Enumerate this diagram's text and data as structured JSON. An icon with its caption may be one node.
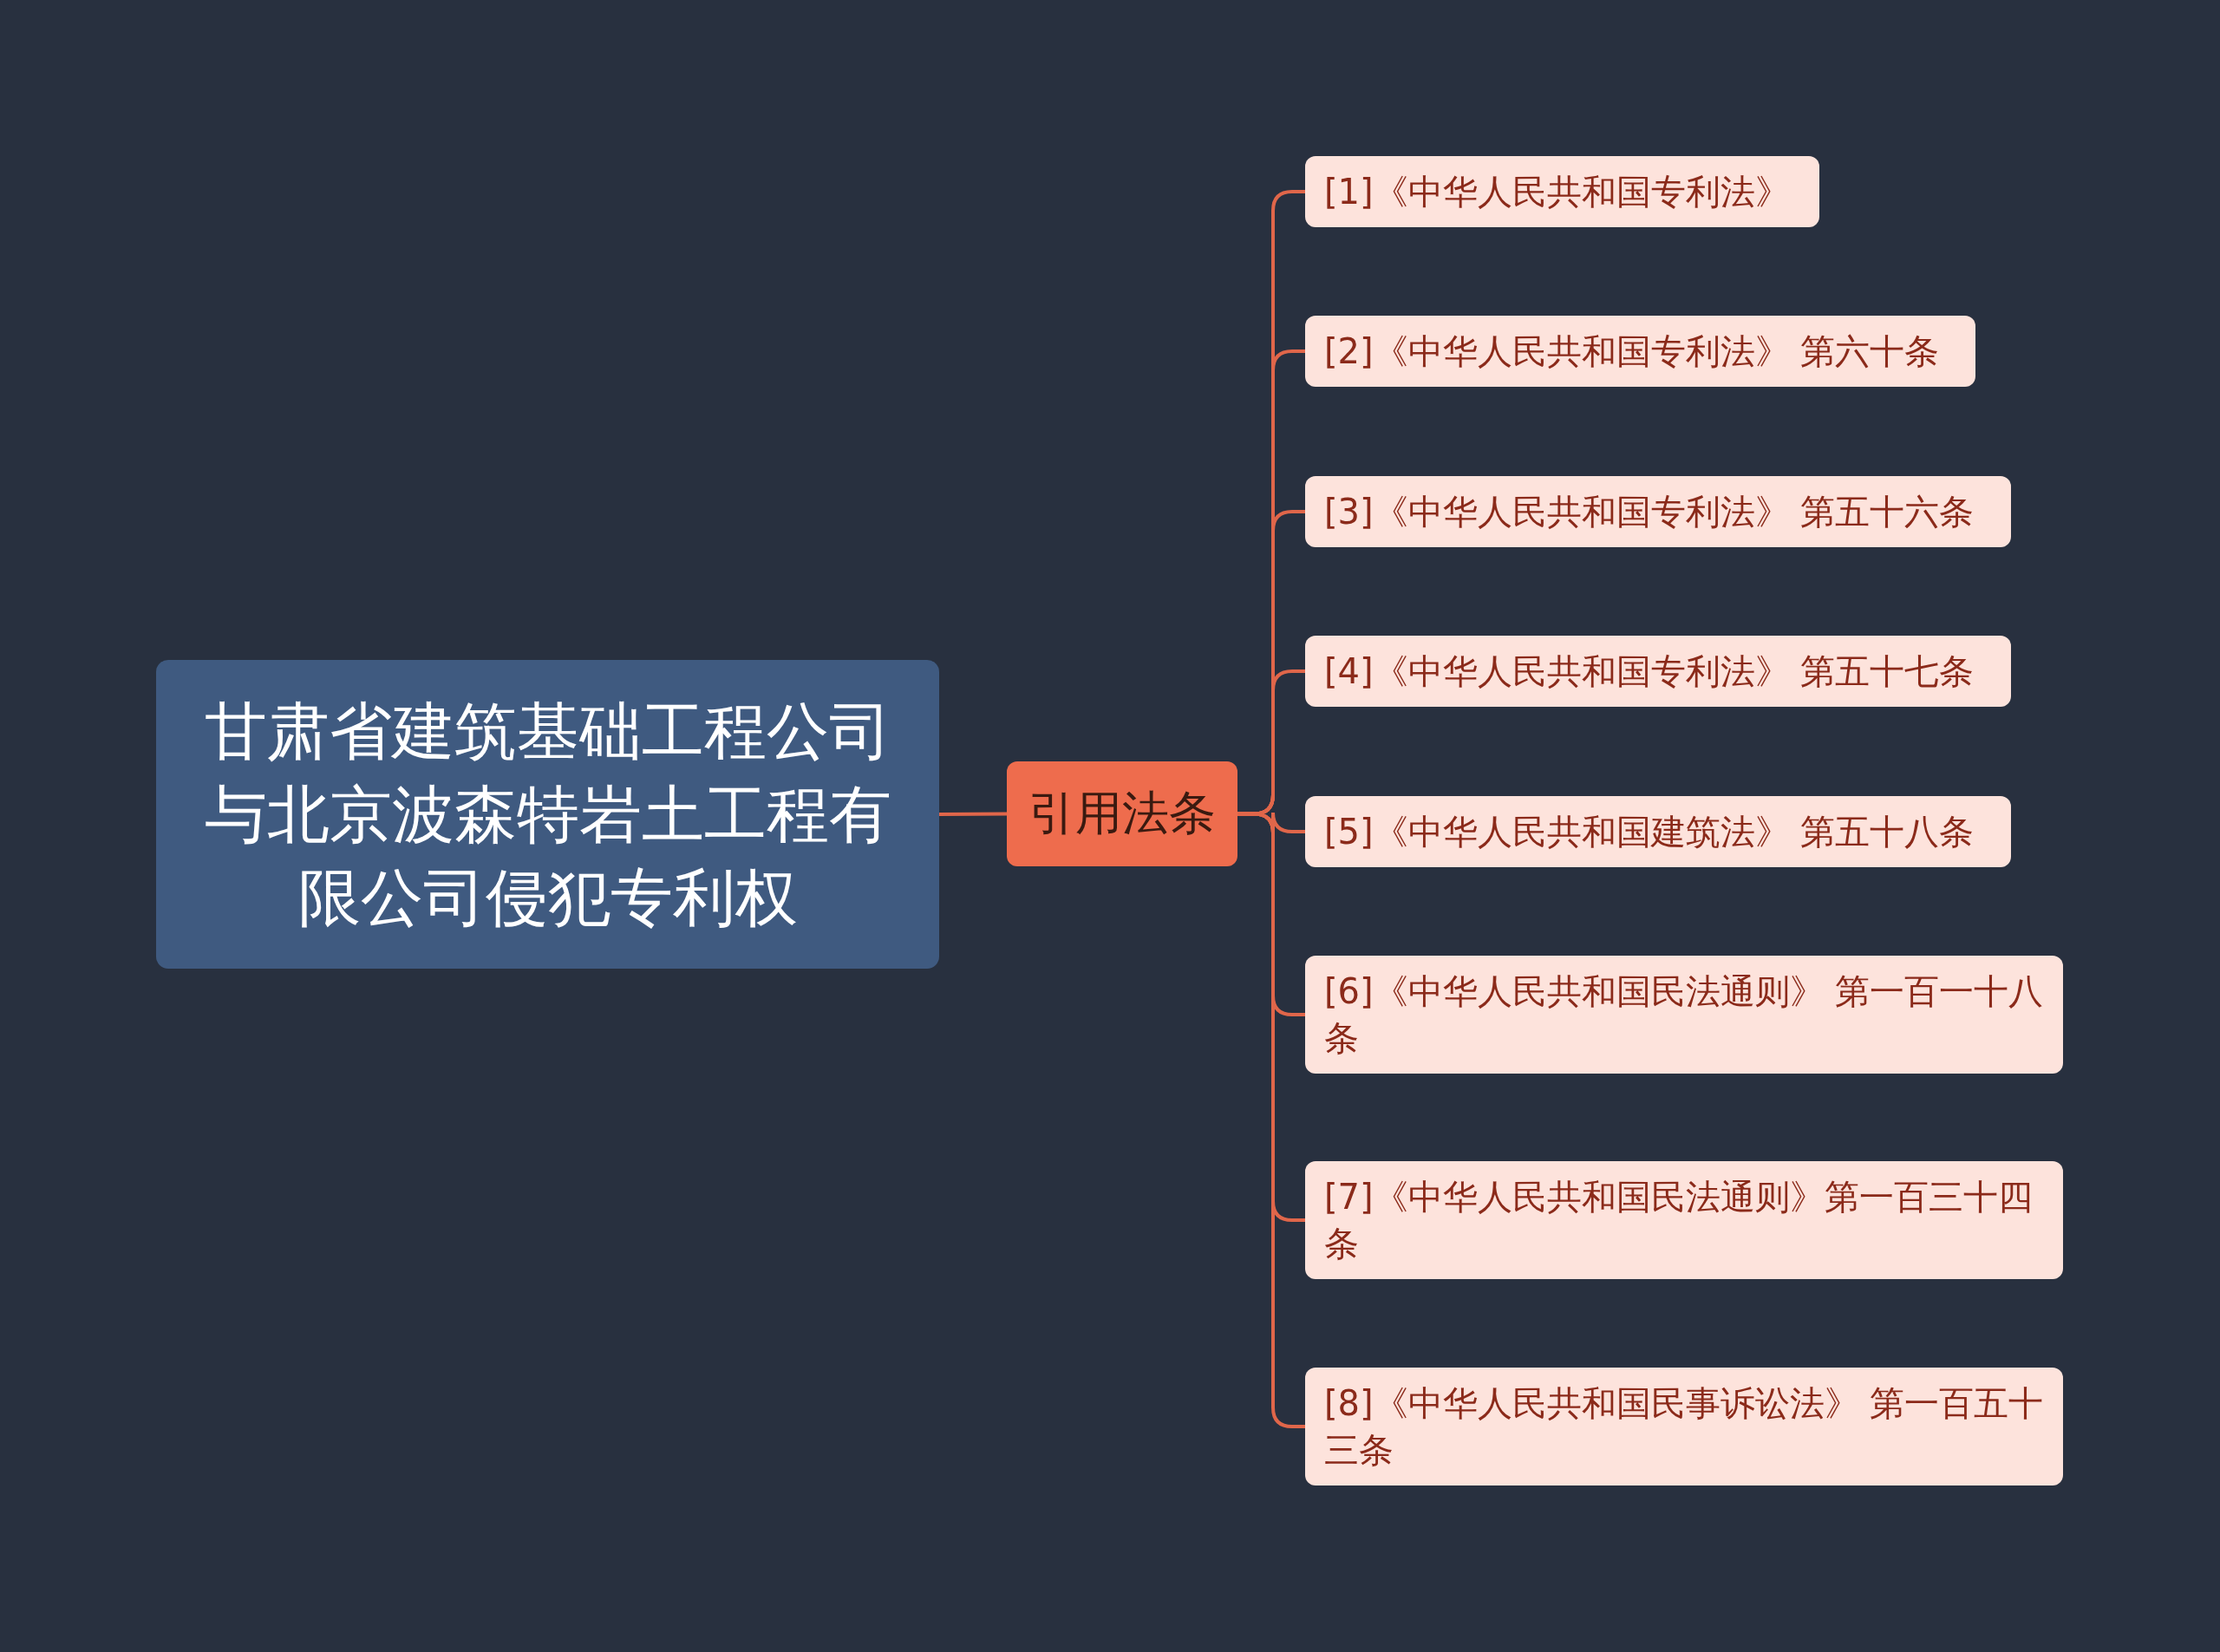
{
  "diagram": {
    "nodes": [
      {
        "text": [
          "甘肃省建筑基础工程公司与北京波森特岩土工程有限公司侵犯专利权"
        ]
      },
      {
        "text": [
          "引用法条"
        ]
      },
      {
        "text": [
          "[1]《中华人民共和国专利法》"
        ]
      },
      {
        "text": [
          "[2]《中华人民共和国专利法》 第六十条"
        ]
      },
      {
        "text": [
          "[3]《中华人民共和国专利法》 第五十六条"
        ]
      },
      {
        "text": [
          "[4]《中华人民共和国专利法》 第五十七条"
        ]
      },
      {
        "text": [
          "[5]《中华人民共和国建筑法》 第五十八条"
        ]
      },
      {
        "text": [
          "[6]《中华人民共和国民法通则》 第一百一十八条"
        ]
      },
      {
        "text": [
          "[7]《中华人民共和国民法通则》第一百三十四条"
        ]
      },
      {
        "text": [
          "[8]《中华人民共和国民事诉讼法》 第一百五十三条"
        ]
      }
    ],
    "edges": [
      {
        "from": 0,
        "to": 1,
        "arrow": "none"
      },
      {
        "from": 1,
        "to": 2,
        "arrow": "none"
      },
      {
        "from": 1,
        "to": 3,
        "arrow": "none"
      },
      {
        "from": 1,
        "to": 4,
        "arrow": "none"
      },
      {
        "from": 1,
        "to": 5,
        "arrow": "none"
      },
      {
        "from": 1,
        "to": 6,
        "arrow": "none"
      },
      {
        "from": 1,
        "to": 7,
        "arrow": "none"
      },
      {
        "from": 1,
        "to": 8,
        "arrow": "none"
      },
      {
        "from": 1,
        "to": 9,
        "arrow": "none"
      }
    ]
  }
}
